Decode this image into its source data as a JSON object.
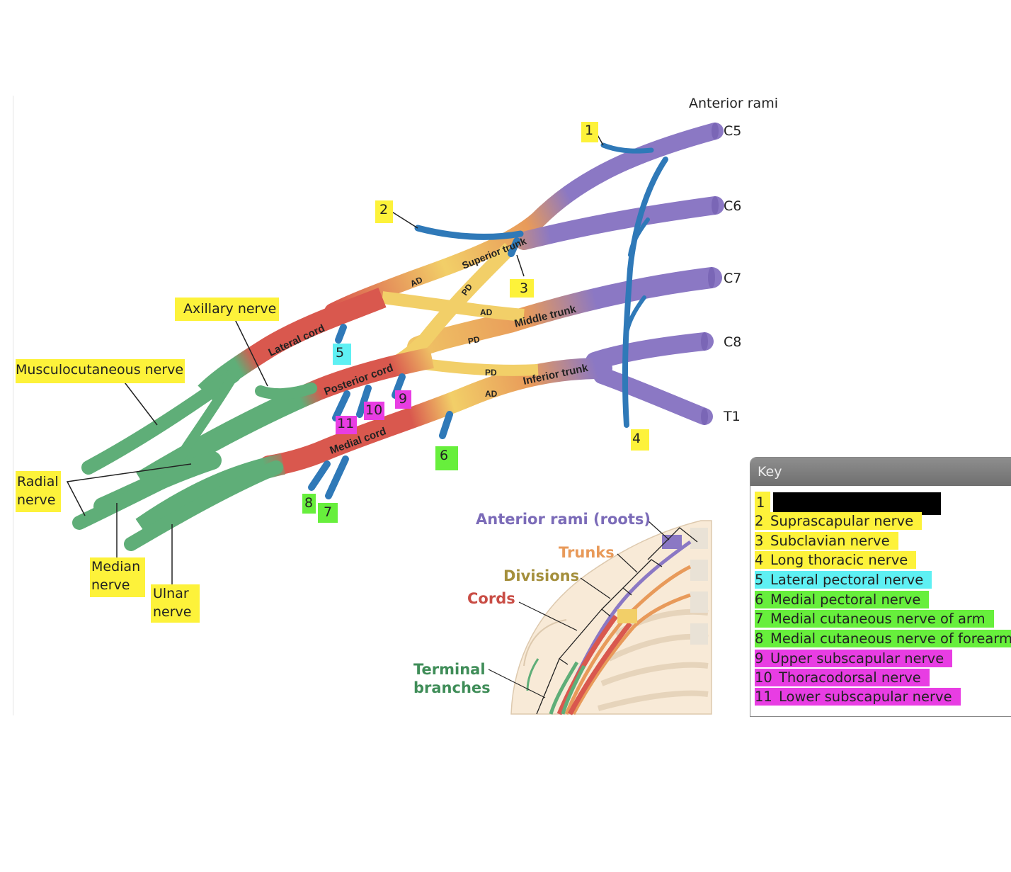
{
  "roots_title": "Anterior rami",
  "roots": [
    "C5",
    "C6",
    "C7",
    "C8",
    "T1"
  ],
  "structure_labels": {
    "superior_trunk": "Superior trunk",
    "middle_trunk": "Middle trunk",
    "inferior_trunk": "Inferior trunk",
    "lateral_cord": "Lateral cord",
    "posterior_cord": "Posterior cord",
    "medial_cord": "Medial cord",
    "ad": "AD",
    "pd": "PD"
  },
  "terminal_labels": {
    "axillary": "Axillary nerve",
    "musculocutaneous": "Musculocutaneous nerve",
    "radial_1": "Radial",
    "radial_2": "nerve",
    "median_1": "Median",
    "median_2": "nerve",
    "ulnar_1": "Ulnar",
    "ulnar_2": "nerve"
  },
  "number_markers": [
    "1",
    "2",
    "3",
    "4",
    "5",
    "6",
    "7",
    "8",
    "9",
    "10",
    "11"
  ],
  "inset": {
    "roots": "Anterior rami (roots)",
    "trunks": "Trunks",
    "divisions": "Divisions",
    "cords": "Cords",
    "terminal_1": "Terminal",
    "terminal_2": "branches"
  },
  "key": {
    "title": "Key",
    "items": [
      {
        "num": "1",
        "label": "",
        "redacted": true
      },
      {
        "num": "2",
        "label": "Suprascapular nerve"
      },
      {
        "num": "3",
        "label": "Subclavian nerve"
      },
      {
        "num": "4",
        "label": "Long thoracic nerve"
      },
      {
        "num": "5",
        "label": "Lateral pectoral nerve"
      },
      {
        "num": "6",
        "label": "Medial pectoral nerve"
      },
      {
        "num": "7",
        "label": "Medial cutaneous nerve of arm"
      },
      {
        "num": "8",
        "label": "Medial cutaneous nerve of forearm"
      },
      {
        "num": "9",
        "label": "Upper subscapular nerve"
      },
      {
        "num": "10",
        "label": "Thoracodorsal nerve"
      },
      {
        "num": "11",
        "label": "Lower subscapular nerve"
      }
    ]
  },
  "colors": {
    "roots": "#8b78c4",
    "trunks": "#e89a5a",
    "divisions": "#f2cf68",
    "cords": "#d9584e",
    "terminal": "#5fae78",
    "branches": "#2f79b8",
    "highlight_yellow": "#fdf23a",
    "highlight_cyan": "#5ef0f3",
    "highlight_green": "#67ef3c",
    "highlight_magenta": "#e83de3"
  }
}
